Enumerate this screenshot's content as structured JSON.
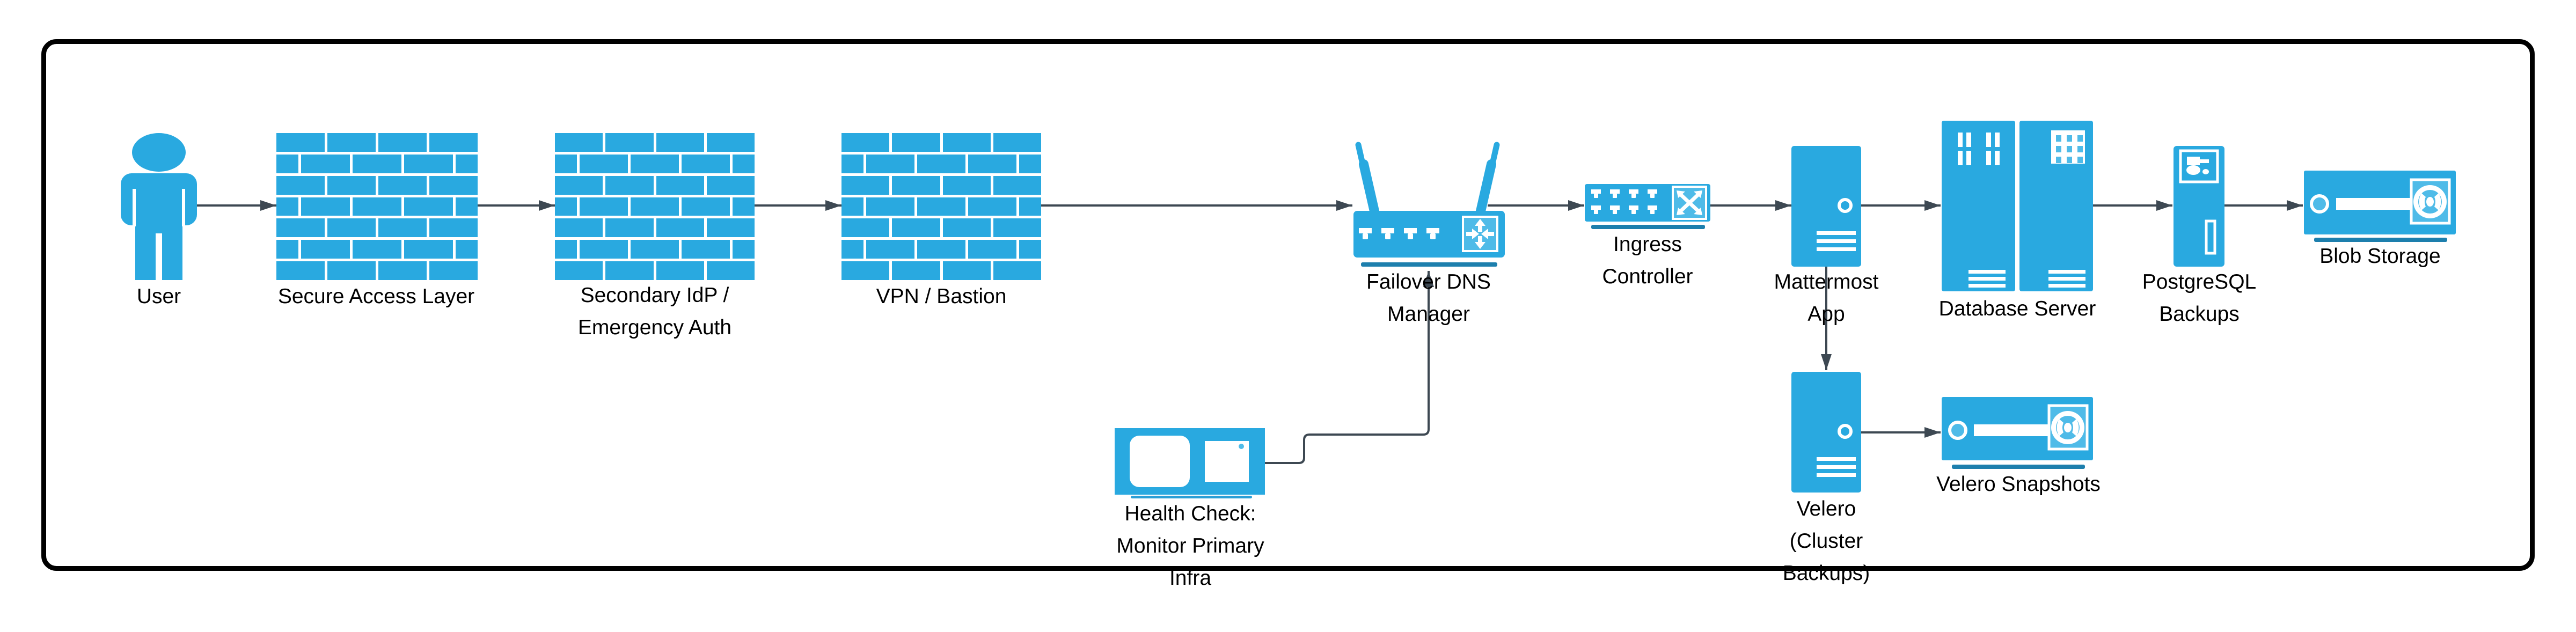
{
  "diagram": {
    "type": "infrastructure-flow-diagram",
    "nodes": {
      "user": {
        "label": "User",
        "icon": "person-icon"
      },
      "secure_access_layer": {
        "label": "Secure Access Layer",
        "icon": "firewall-icon"
      },
      "secondary_idp": {
        "line1": "Secondary IdP /",
        "line2": "Emergency Auth",
        "icon": "firewall-icon"
      },
      "vpn_bastion": {
        "label": "VPN / Bastion",
        "icon": "firewall-icon"
      },
      "failover_dns": {
        "line1": "Failover DNS",
        "line2": "Manager",
        "icon": "wireless-router-icon"
      },
      "ingress_controller": {
        "line1": "Ingress",
        "line2": "Controller",
        "icon": "network-switch-icon"
      },
      "mattermost_app": {
        "line1": "Mattermost",
        "line2": "App",
        "icon": "server-tower-icon"
      },
      "database_server": {
        "label": "Database Server",
        "icon": "server-rack-icon"
      },
      "postgresql_backups": {
        "line1": "PostgreSQL",
        "line2": "Backups",
        "icon": "server-tower-icon"
      },
      "blob_storage": {
        "label": "Blob Storage",
        "icon": "storage-disk-icon"
      },
      "health_check": {
        "line1": "Health Check:",
        "line2": "Monitor Primary",
        "line3": "Infra",
        "icon": "monitor-icon"
      },
      "velero": {
        "line1": "Velero",
        "line2": "(Cluster",
        "line3": "Backups)",
        "icon": "server-tower-icon"
      },
      "velero_snapshots": {
        "label": "Velero Snapshots",
        "icon": "storage-disk-icon"
      }
    },
    "edges": [
      {
        "from": "user",
        "to": "secure_access_layer"
      },
      {
        "from": "secure_access_layer",
        "to": "secondary_idp"
      },
      {
        "from": "secondary_idp",
        "to": "vpn_bastion"
      },
      {
        "from": "vpn_bastion",
        "to": "failover_dns"
      },
      {
        "from": "failover_dns",
        "to": "ingress_controller"
      },
      {
        "from": "ingress_controller",
        "to": "mattermost_app"
      },
      {
        "from": "mattermost_app",
        "to": "database_server"
      },
      {
        "from": "database_server",
        "to": "postgresql_backups"
      },
      {
        "from": "postgresql_backups",
        "to": "blob_storage"
      },
      {
        "from": "mattermost_app",
        "to": "velero"
      },
      {
        "from": "velero",
        "to": "velero_snapshots"
      },
      {
        "from": "health_check",
        "to": "failover_dns"
      }
    ],
    "colors": {
      "icon_blue": "#29a9e0",
      "icon_blue_light": "#4fbbe8",
      "accent_underline": "#1d7fad",
      "connector_gray": "#3d4852",
      "frame_border": "#000000",
      "text": "#000000",
      "background": "#ffffff"
    }
  }
}
